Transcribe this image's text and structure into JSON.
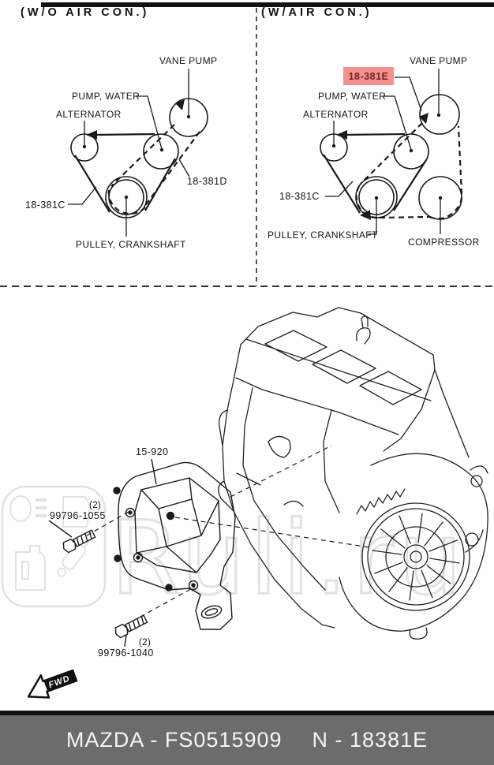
{
  "left_panel": {
    "title": "(W/O AIR CON.)",
    "vane_pump": "VANE PUMP",
    "pump_water": "PUMP, WATER",
    "alternator": "ALTERNATOR",
    "belt_alt": "18-381D",
    "belt_main": "18-381C",
    "crank": "PULLEY, CRANKSHAFT"
  },
  "right_panel": {
    "title": "(W/AIR CON.)",
    "highlight_part": "18-381E",
    "vane_pump": "VANE PUMP",
    "pump_water": "PUMP, WATER",
    "alternator": "ALTERNATOR",
    "belt_main": "18-381C",
    "crank": "PULLEY, CRANKSHAFT",
    "compressor": "COMPRESSOR"
  },
  "bottom_section": {
    "bracket_part": "15-920",
    "bolt_top_qty": "(2)",
    "bolt_top_part": "99796-1055",
    "bolt_bottom_qty": "(2)",
    "bolt_bottom_part": "99796-1040",
    "fwd_label": "FWD"
  },
  "watermark": {
    "text": "Ruli.ru"
  },
  "footer": {
    "catalog_text": "MAZDA - FS0515909",
    "part_text": "N - 18381E"
  },
  "colors": {
    "highlight_bg": "#f59090",
    "highlight_text": "#6e2424",
    "footer_bg": "#6c6c6c",
    "footer_text": "#f5f5f5",
    "line": "#1a1a1a",
    "watermark_gray": "#e2e2e2"
  }
}
